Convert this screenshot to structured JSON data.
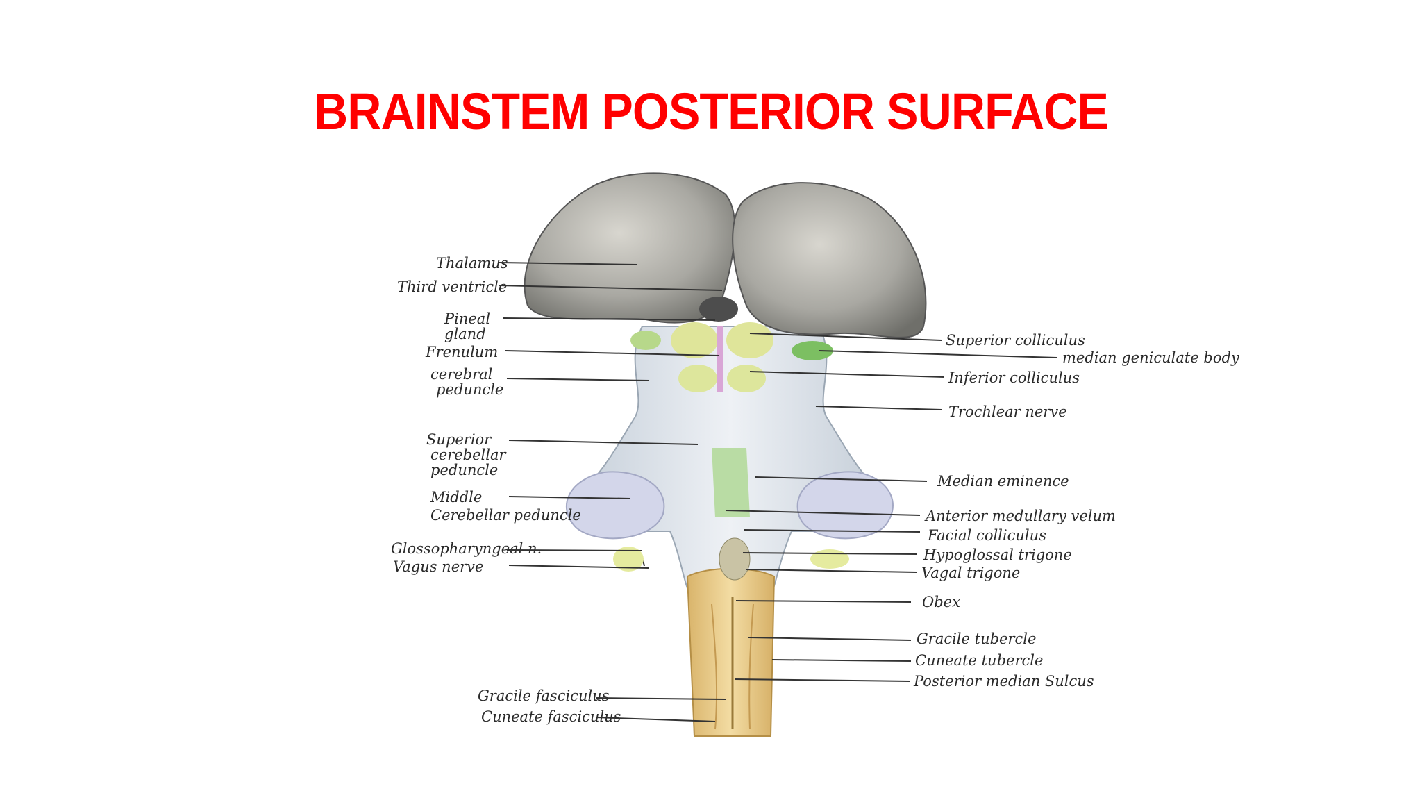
{
  "title": "BRAINSTEM POSTERIOR SURFACE",
  "labels_left": [
    {
      "key": "thalamus",
      "lines": [
        "Thalamus"
      ]
    },
    {
      "key": "third-ventricle",
      "lines": [
        "Third ventricle"
      ]
    },
    {
      "key": "pineal-gland",
      "lines": [
        "Pineal",
        "gland"
      ]
    },
    {
      "key": "frenulum",
      "lines": [
        "Frenulum"
      ]
    },
    {
      "key": "cerebral-peduncle",
      "lines": [
        "cerebral",
        "peduncle"
      ]
    },
    {
      "key": "superior-cerebellar-peduncle",
      "lines": [
        "Superior",
        "cerebellar",
        "peduncle"
      ]
    },
    {
      "key": "middle-cerebellar-peduncle",
      "lines": [
        "Middle",
        "Cerebellar peduncle"
      ]
    },
    {
      "key": "glossopharyngeal-n",
      "lines": [
        "Glossopharyngeal n."
      ]
    },
    {
      "key": "vagus-nerve",
      "lines": [
        "Vagus nerve"
      ]
    },
    {
      "key": "gracile-fasciculus",
      "lines": [
        "Gracile fasciculus"
      ]
    },
    {
      "key": "cuneate-fasciculus",
      "lines": [
        "Cuneate fasciculus"
      ]
    }
  ],
  "labels_right": [
    {
      "key": "superior-colliculus",
      "lines": [
        "Superior colliculus"
      ]
    },
    {
      "key": "median-geniculate-body",
      "lines": [
        "median geniculate body"
      ]
    },
    {
      "key": "inferior-colliculus",
      "lines": [
        "Inferior colliculus"
      ]
    },
    {
      "key": "trochlear-nerve",
      "lines": [
        "Trochlear nerve"
      ]
    },
    {
      "key": "median-eminence",
      "lines": [
        "Median eminence"
      ]
    },
    {
      "key": "anterior-medullary-velum",
      "lines": [
        "Anterior medullary velum"
      ]
    },
    {
      "key": "facial-colliculus",
      "lines": [
        "Facial colliculus"
      ]
    },
    {
      "key": "hypoglossal-trigone",
      "lines": [
        "Hypoglossal trigone"
      ]
    },
    {
      "key": "vagal-trigone",
      "lines": [
        "Vagal trigone"
      ]
    },
    {
      "key": "obex",
      "lines": [
        "Obex"
      ]
    },
    {
      "key": "gracile-tubercle",
      "lines": [
        "Gracile tubercle"
      ]
    },
    {
      "key": "cuneate-tubercle",
      "lines": [
        "Cuneate tubercle"
      ]
    },
    {
      "key": "posterior-median-sulcus",
      "lines": [
        "Posterior median Sulcus"
      ]
    }
  ]
}
